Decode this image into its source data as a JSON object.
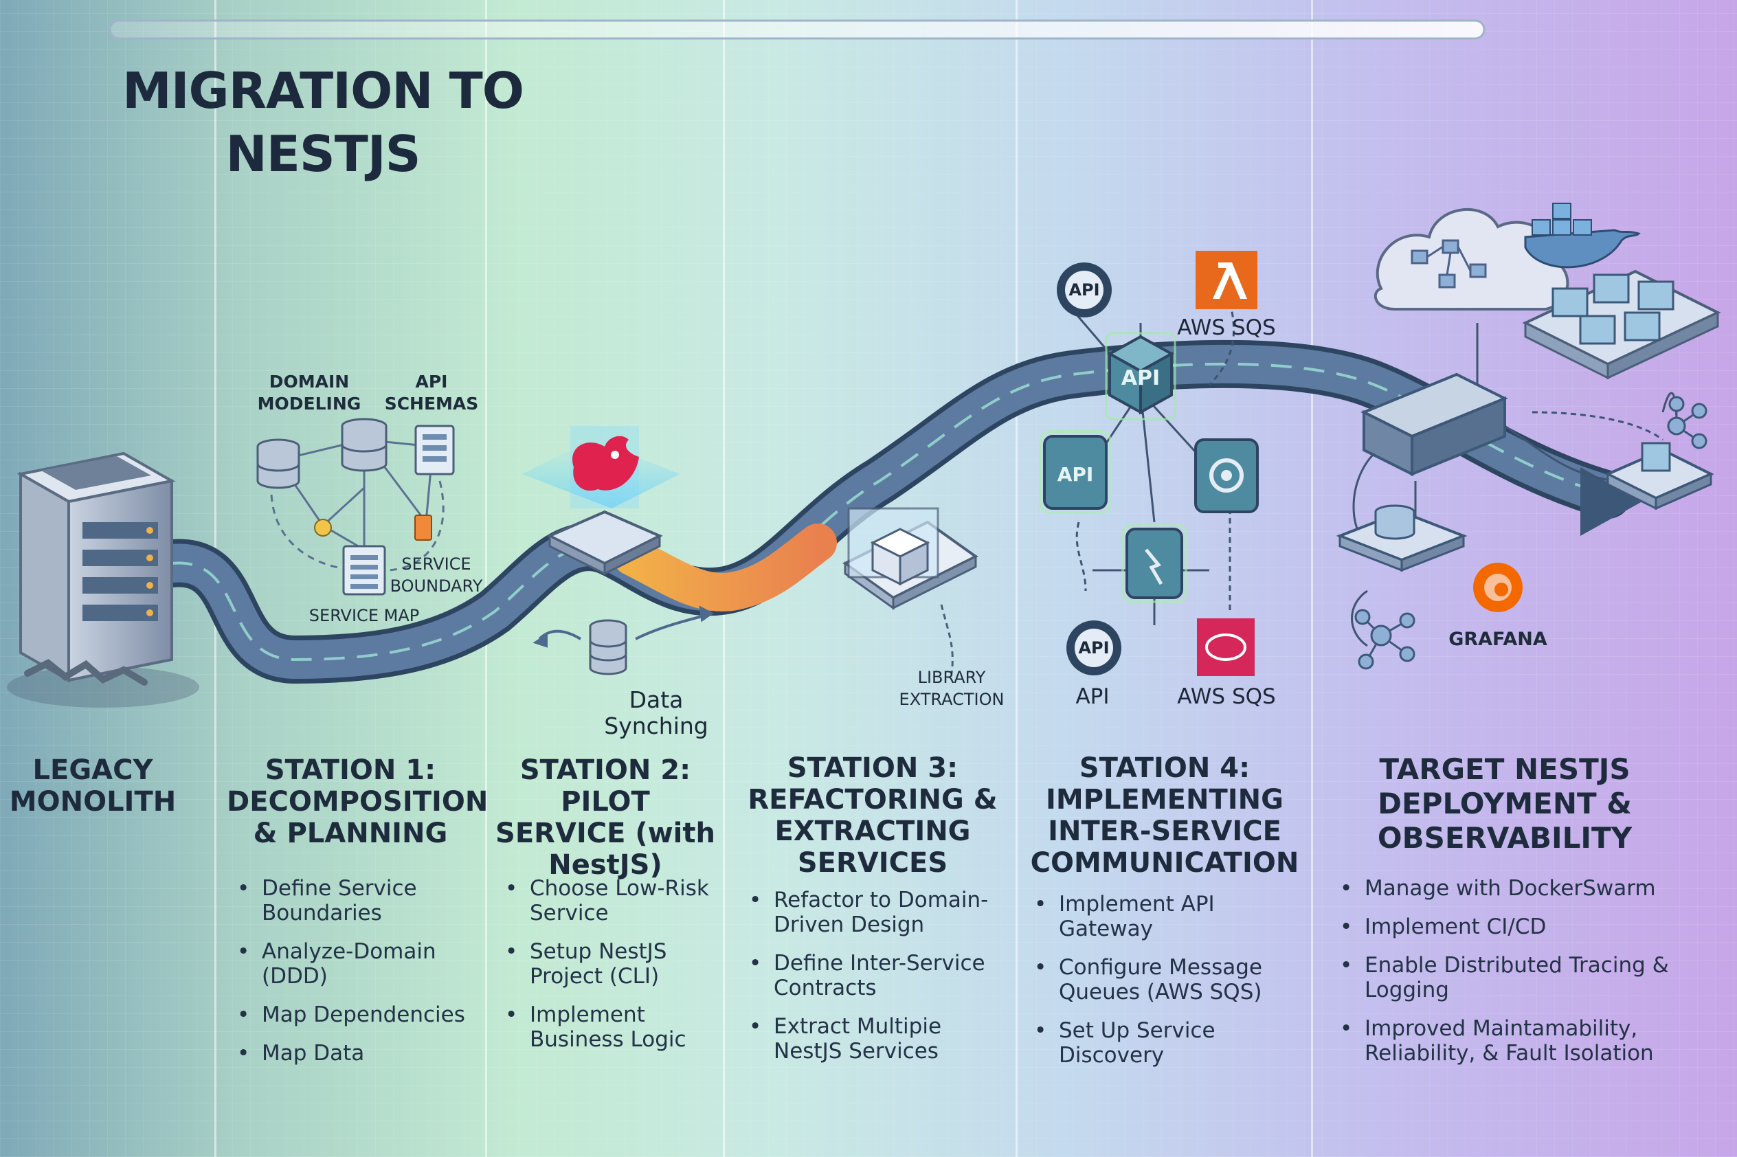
{
  "title": "MIGRATION TO NESTJS",
  "colors": {
    "road": "#4d6a8e",
    "road_edge": "#2e4561",
    "accent_orange": "#f0923a",
    "nest_red": "#e0234e",
    "aws_orange": "#e8681c",
    "grafana_orange": "#f46800"
  },
  "legacy": {
    "label": "LEGACY MONOLITH"
  },
  "station1": {
    "title": "STATION 1: DECOMPOSITION & PLANNING",
    "labels": {
      "domain": "DOMAIN MODELING",
      "schemas": "API SCHEMAS",
      "boundary": "SERVICE BOUNDARY",
      "map": "SERVICE MAP"
    },
    "bullets": [
      "Define Service Boundaries",
      "Analyze-Domain (DDD)",
      "Map Dependencies",
      "Map Data"
    ]
  },
  "station2": {
    "title": "STATION 2: PILOT SERVICE (with NestJS)",
    "sync_label": "Data Synching",
    "bullets": [
      "Choose Low-Risk Service",
      "Setup NestJS Project (CLI)",
      "Implement Business Logic"
    ]
  },
  "station3": {
    "title": "STATION 3: REFACTORING & EXTRACTING SERVICES",
    "lib_label": "LIBRARY EXTRACTION",
    "bullets": [
      "Refactor to Domain-Driven Design",
      "Define Inter-Service Contracts",
      "Extract Multipie NestJS Services"
    ]
  },
  "station4": {
    "title": "STATION 4: IMPLEMENTING INTER-SERVICE COMMUNICATION",
    "api": "API",
    "aws_top": "AWS SQS",
    "aws_bottom": "AWS SQS",
    "api_bottom": "API",
    "bullets": [
      "Implement API Gateway",
      "Configure Message Queues (AWS SQS)",
      "Set Up Service Discovery"
    ]
  },
  "target": {
    "title": "TARGET NESTJS DEPLOYMENT & OBSERVABILITY",
    "grafana": "GRAFANA",
    "bullets": [
      "Manage with DockerSwarm",
      "Implement CI/CD",
      "Enable Distributed Tracing & Logging",
      "Improved Maintamability, Reliability, & Fault Isolation"
    ]
  }
}
